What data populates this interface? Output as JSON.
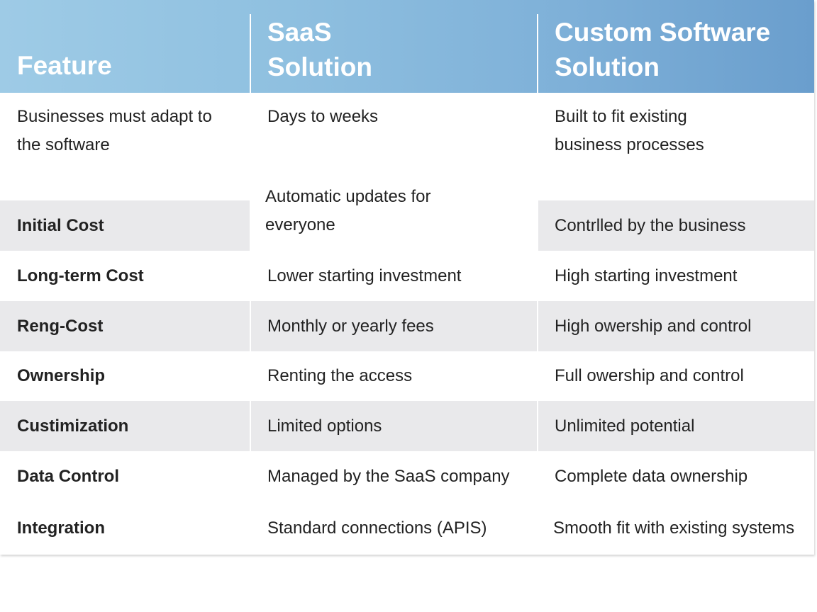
{
  "table": {
    "headers": [
      "Feature",
      "SaaS Solution",
      "Custom Software Solution"
    ],
    "header_lines": {
      "feature": "Feature",
      "saas_line1": "SaaS",
      "saas_line2": "Solution",
      "custom_line1": "Custom Software",
      "custom_line2": "Solution"
    },
    "first_row": {
      "feature": "Businesses must adapt to the software",
      "saas": "Days to weeks",
      "custom": "Built to fit existing business processes",
      "saas_overflow": "Automatic updates for everyone"
    },
    "rows": [
      {
        "feature": "Initial Cost",
        "saas": "",
        "custom": "Contrlled by the business"
      },
      {
        "feature": "Long-term Cost",
        "saas": "Lower starting investment",
        "custom": "High starting investment"
      },
      {
        "feature": "Reng-Cost",
        "saas": "Monthly or yearly fees",
        "custom": "High owership and control"
      },
      {
        "feature": "Ownership",
        "saas": "Renting the access",
        "custom": "Full owership and control"
      },
      {
        "feature": "Custimization",
        "saas": "Limited options",
        "custom": "Unlimited potential"
      },
      {
        "feature": "Data Control",
        "saas": "Managed by the SaaS company",
        "custom": "Complete data ownership"
      },
      {
        "feature": "Integration",
        "saas": "Standard connections (APIS)",
        "custom": "Smooth fit with existing systems"
      }
    ]
  },
  "colors": {
    "header_start": "#9ecbe6",
    "header_end": "#6a9ecd",
    "row_shade": "#e9e9eb",
    "text": "#222222"
  }
}
